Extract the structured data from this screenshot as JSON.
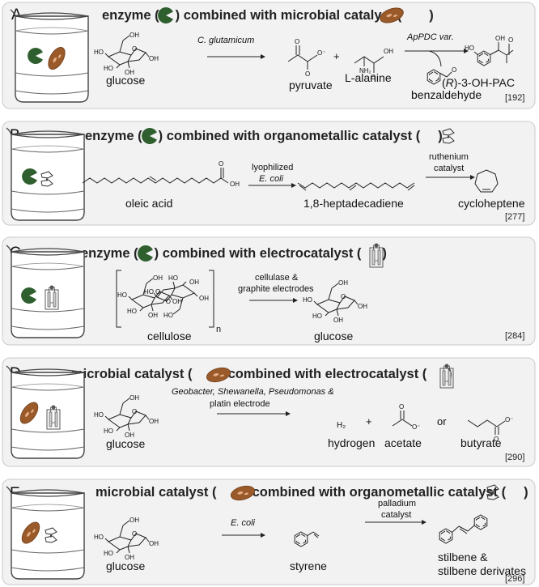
{
  "colors": {
    "panel_bg": "#f2f2f2",
    "panel_border": "#c9c9c9",
    "enzyme": "#2f5f2f",
    "microbe": "#9a5a2a",
    "microbe_spot": "#e7b08a"
  },
  "icons": {
    "enzyme": "pacman-enzyme-icon",
    "microbe": "oval-microbe-icon",
    "organometallic": "ferrocene-icon",
    "electrocatalyst": "electrode-cell-icon",
    "beaker": "beaker-icon"
  },
  "panels": {
    "a": {
      "letter": "A",
      "title_pre": "enzyme (",
      "title_mid": ") combined with microbial catalyst (",
      "title_post": ")",
      "reagent1": "C. glutamicum",
      "reagent2": "ApPDC var.",
      "compounds": [
        "glucose",
        "pyruvate",
        "L-alanine",
        "benzaldehyde"
      ],
      "product_prefix": "(",
      "product_r": "R",
      "product_suffix": ")-3-OH-PAC",
      "plus": "+",
      "ref": "[192]"
    },
    "b": {
      "letter": "B",
      "title_pre": "enzyme (",
      "title_mid": ") combined with organometallic catalyst (",
      "title_post": ")",
      "reagent1_line1": "lyophilized",
      "reagent1_line2": "E. coli",
      "reagent2_line1": "ruthenium",
      "reagent2_line2": "catalyst",
      "compounds": [
        "oleic acid",
        "1,8-heptadecadiene",
        "cycloheptene"
      ],
      "ref": "[277]"
    },
    "c": {
      "letter": "C",
      "title_pre": "enzyme (",
      "title_mid": ") combined with electrocatalyst (",
      "title_post": ")",
      "reagent_line1": "cellulase &",
      "reagent_line2": "graphite electrodes",
      "compounds": [
        "cellulose",
        "glucose"
      ],
      "subscript": "n",
      "ref": "[284]"
    },
    "d": {
      "letter": "D",
      "title_pre": "microbial catalyst (",
      "title_mid": ") combined with electrocatalyst (",
      "title_post": ")",
      "reagent_line1": "Geobacter, Shewanella, Pseudomonas &",
      "reagent_line2": "platin electrode",
      "compounds": [
        "glucose",
        "hydrogen",
        "acetate",
        "butyrate"
      ],
      "h2": "H₂",
      "plus": "+",
      "or": "or",
      "ref": "[290]"
    },
    "e": {
      "letter": "E",
      "title_pre": "microbial catalyst (",
      "title_mid": ") combined with organometallic catalyst (",
      "title_post": ")",
      "reagent1": "E. coli",
      "reagent2_line1": "palladium",
      "reagent2_line2": "catalyst",
      "compounds": [
        "glucose",
        "styrene"
      ],
      "product_line1": "stilbene &",
      "product_line2": "stilbene derivates",
      "ref": "[296]"
    }
  }
}
